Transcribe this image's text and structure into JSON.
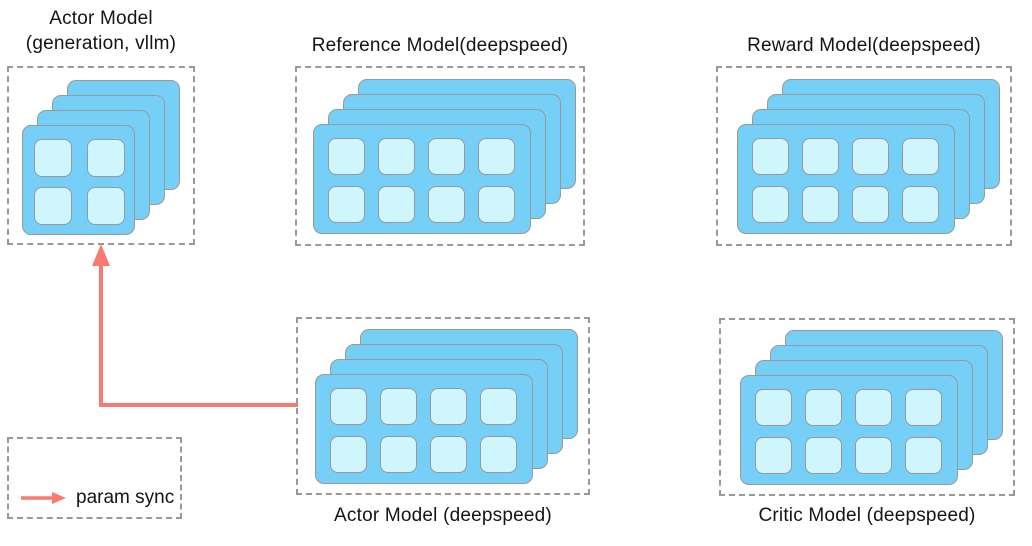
{
  "colors": {
    "card_fill": "#76CFF7",
    "cell_fill": "#CFF6FD",
    "shape_border": "#999999",
    "box_border": "#999999",
    "arrow": "#F97B70",
    "text": "#141414",
    "background": "#FFFFFF"
  },
  "clusters": {
    "actor_vllm": {
      "label_line1": "Actor Model",
      "label_line2": "(generation, vllm)",
      "cards": 4,
      "cells_per_card": 4,
      "grid": "2x2"
    },
    "reference": {
      "label": "Reference Model(deepspeed)",
      "cards": 4,
      "cells_per_card": 8,
      "grid": "4x2"
    },
    "reward": {
      "label": "Reward Model(deepspeed)",
      "cards": 4,
      "cells_per_card": 8,
      "grid": "4x2"
    },
    "actor_deepspeed": {
      "label": "Actor Model (deepspeed)",
      "cards": 4,
      "cells_per_card": 8,
      "grid": "4x2"
    },
    "critic": {
      "label": "Critic Model (deepspeed)",
      "cards": 4,
      "cells_per_card": 8,
      "grid": "4x2"
    }
  },
  "legend": {
    "label": "param sync"
  }
}
